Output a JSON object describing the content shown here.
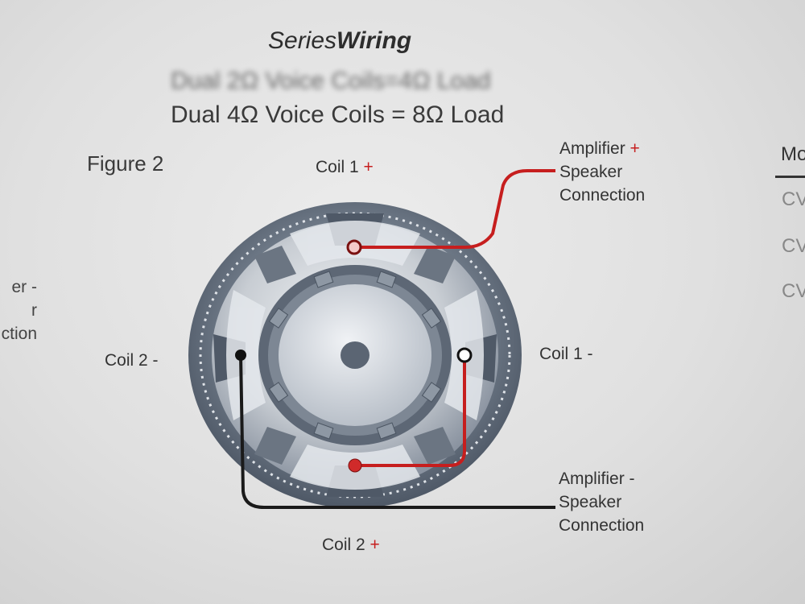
{
  "title": {
    "part1": "Series",
    "part2": "Wiring"
  },
  "subtitle_lines": [
    "Dual 2Ω Voice Coils=4Ω Load",
    "Dual 4Ω Voice Coils = 8Ω Load"
  ],
  "figure_label": "Figure 2",
  "terminals": {
    "coil1_pos": {
      "label": "Coil 1",
      "sign": "+"
    },
    "coil1_neg": {
      "label": "Coil 1 -"
    },
    "coil2_neg": {
      "label": "Coil 2 -"
    },
    "coil2_pos": {
      "label": "Coil 2",
      "sign": "+"
    }
  },
  "amp_positive": {
    "line1": "Amplifier",
    "sign": "+",
    "line2": "Speaker",
    "line3": "Connection"
  },
  "amp_negative": {
    "line1": "Amplifier -",
    "line2": "Speaker",
    "line3": "Connection"
  },
  "left_fragment": [
    "er -",
    "r",
    "ction"
  ],
  "right_fragment": {
    "header": "Mo",
    "cells": [
      "CV",
      "CV",
      "CV"
    ]
  },
  "colors": {
    "positive_wire": "#c61e1e",
    "negative_wire": "#1a1a1a",
    "speaker_frame": "#6f7a88"
  }
}
